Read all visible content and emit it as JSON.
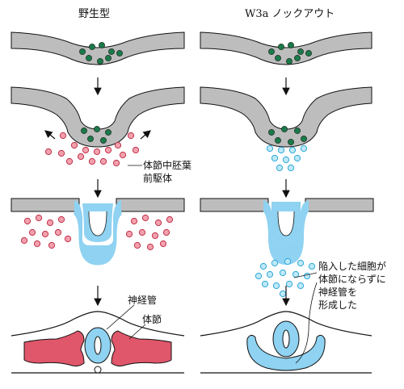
{
  "titles": {
    "wild_type": "野生型",
    "knockout": "W3a ノックアウト"
  },
  "labels": {
    "somite_precursor_line1": "体節中胚葉",
    "somite_precursor_line2": "前駆体",
    "neural_tube": "神経管",
    "somite": "体節",
    "invaded_line1": "陥入した細胞が",
    "invaded_line2": "体節にならずに",
    "invaded_line3": "神経管を",
    "invaded_line4": "形成した"
  },
  "colors": {
    "tissue_gray": "#bdbdbd",
    "green_cells": "#1a7a4a",
    "pink_cells": "#e0566a",
    "cyan_cells": "#7fd3f0",
    "neural_tube_blue": "#8fd2f1",
    "somite_red": "#e0566a",
    "outline": "#111111"
  }
}
